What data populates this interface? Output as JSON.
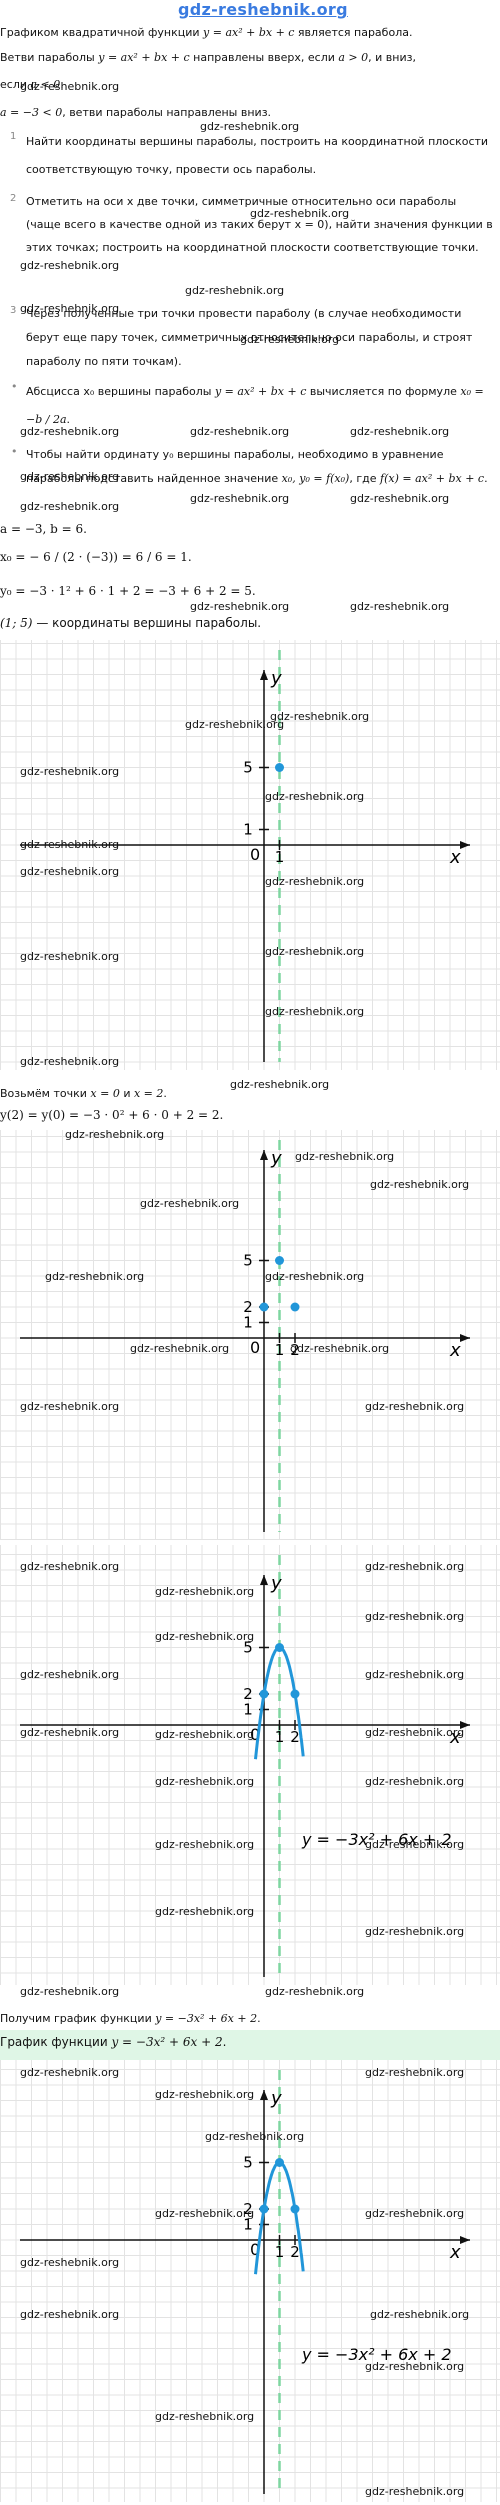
{
  "site_title": "gdz-reshebnik.org",
  "watermark": "gdz-reshebnik.org",
  "intro": {
    "line1_a": "Графиком квадратичной функции ",
    "line1_math": "y = ax² + bx + c",
    "line1_b": " является парабола.",
    "line2_a": "Ветви параболы ",
    "line2_math": "y = ax² + bx + c",
    "line2_b": " направлены вверх, если ",
    "line2_math2": "a > 0",
    "line2_c": ", и вниз,",
    "line3_a": "если ",
    "line3_math": "a < 0",
    "line3_b": ".",
    "line4_math": "a = −3 < 0",
    "line4_b": ", ветви параболы направлены вниз."
  },
  "steps": [
    {
      "num": "1",
      "text": "Найти координаты вершины параболы, построить на координатной плоскости соответствующую точку, провести ось параболы."
    },
    {
      "num": "2",
      "text": "Отметить на оси x две точки, симметричные относительно оси параболы (чаще всего в качестве одной из таких берут x = 0), найти значения функции в этих точках; построить на координатной плоскости соответствующие точки."
    },
    {
      "num": "3",
      "text": "Через полученные три точки провести параболу (в случае необходимости берут еще пару точек, симметричных относительно оси параболы, и строят параболу по пяти точкам)."
    }
  ],
  "bullets": [
    {
      "text_a": "Абсцисса x₀ вершины параболы ",
      "math": "y = ax² + bx + c",
      "text_b": " вычисляется по формуле ",
      "formula": "x₀ = −b / 2a",
      "text_c": "."
    },
    {
      "text_a": "Чтобы найти ординату y₀ вершины параболы, необходимо в уравнение параболы подставить найденное значение ",
      "math": "x₀, y₀ = f(x₀)",
      "text_b": ", где ",
      "formula": "f(x) = ax² + bx + c",
      "text_c": "."
    }
  ],
  "calc": {
    "ab": "a = −3, b = 6.",
    "x0": "x₀ = − 6 / (2 · (−3)) = 6 / 6 = 1.",
    "y0": "y₀ = −3 · 1² + 6 · 1 + 2 = −3 + 6 + 2 = 5.",
    "vertex_math": "(1; 5)",
    "vertex_text": " — координаты вершины параболы."
  },
  "take_points": {
    "text_a": "Возьмём точки ",
    "math1": "x = 0",
    "text_b": " и ",
    "math2": "x = 2",
    "text_c": ".",
    "eq": "y(2) = y(0) = −3 · 0² + 6 · 0 + 2 = 2."
  },
  "result_line": {
    "text_a": "Получим график функции ",
    "math": "y = −3x² + 6x + 2",
    "text_b": "."
  },
  "answer_line": {
    "text_a": "График функции ",
    "math": "y = −3x² + 6x + 2",
    "text_b": "."
  },
  "graph_labels": {
    "y": "y",
    "x": "x",
    "zero": "0",
    "one": "1",
    "two": "2",
    "five": "5"
  },
  "curve_label": "y = −3x² + 6x + 2",
  "colors": {
    "accent": "#2196d9",
    "axis_line": "#7ed6a0",
    "grid": "#e3e3e3",
    "answer_bg": "#dff6e6",
    "title": "#3a7be0"
  }
}
